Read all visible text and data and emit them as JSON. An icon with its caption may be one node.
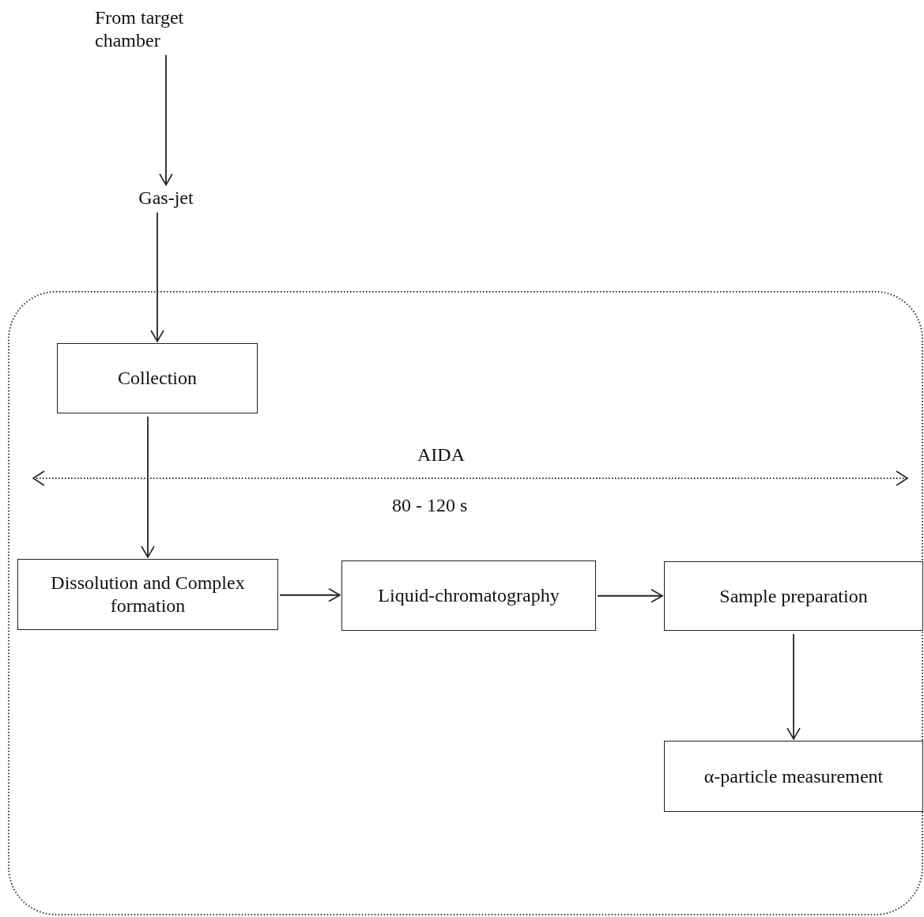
{
  "diagram": {
    "nodes": [
      {
        "text": [
          "From target chamber"
        ]
      },
      {
        "text": [
          "Gas-jet"
        ]
      },
      {
        "text": [],
        "shape": "box"
      },
      {
        "text": [
          "Collection"
        ],
        "in": 2
      },
      {
        "text": [
          "Dissolution and Complex formation"
        ],
        "in": 2
      },
      {
        "text": [
          "Liquid-chromatography"
        ],
        "in": 2
      },
      {
        "text": [
          "Sample preparation"
        ],
        "in": 2
      },
      {
        "text": [
          "α-particle measurement"
        ],
        "in": 2
      }
    ],
    "edges": [
      {
        "from": 0,
        "to": 1,
        "arrow": "to"
      },
      {
        "from": 1,
        "to": 3,
        "arrow": "to"
      },
      {
        "from": 3,
        "to": 4,
        "arrow": "to"
      },
      {
        "from": 4,
        "to": 5,
        "arrow": "to"
      },
      {
        "from": 5,
        "to": 6,
        "arrow": "to"
      },
      {
        "from": 6,
        "to": 7,
        "arrow": "to"
      }
    ],
    "labels": [
      "AIDA",
      "80 - 120 s"
    ]
  }
}
